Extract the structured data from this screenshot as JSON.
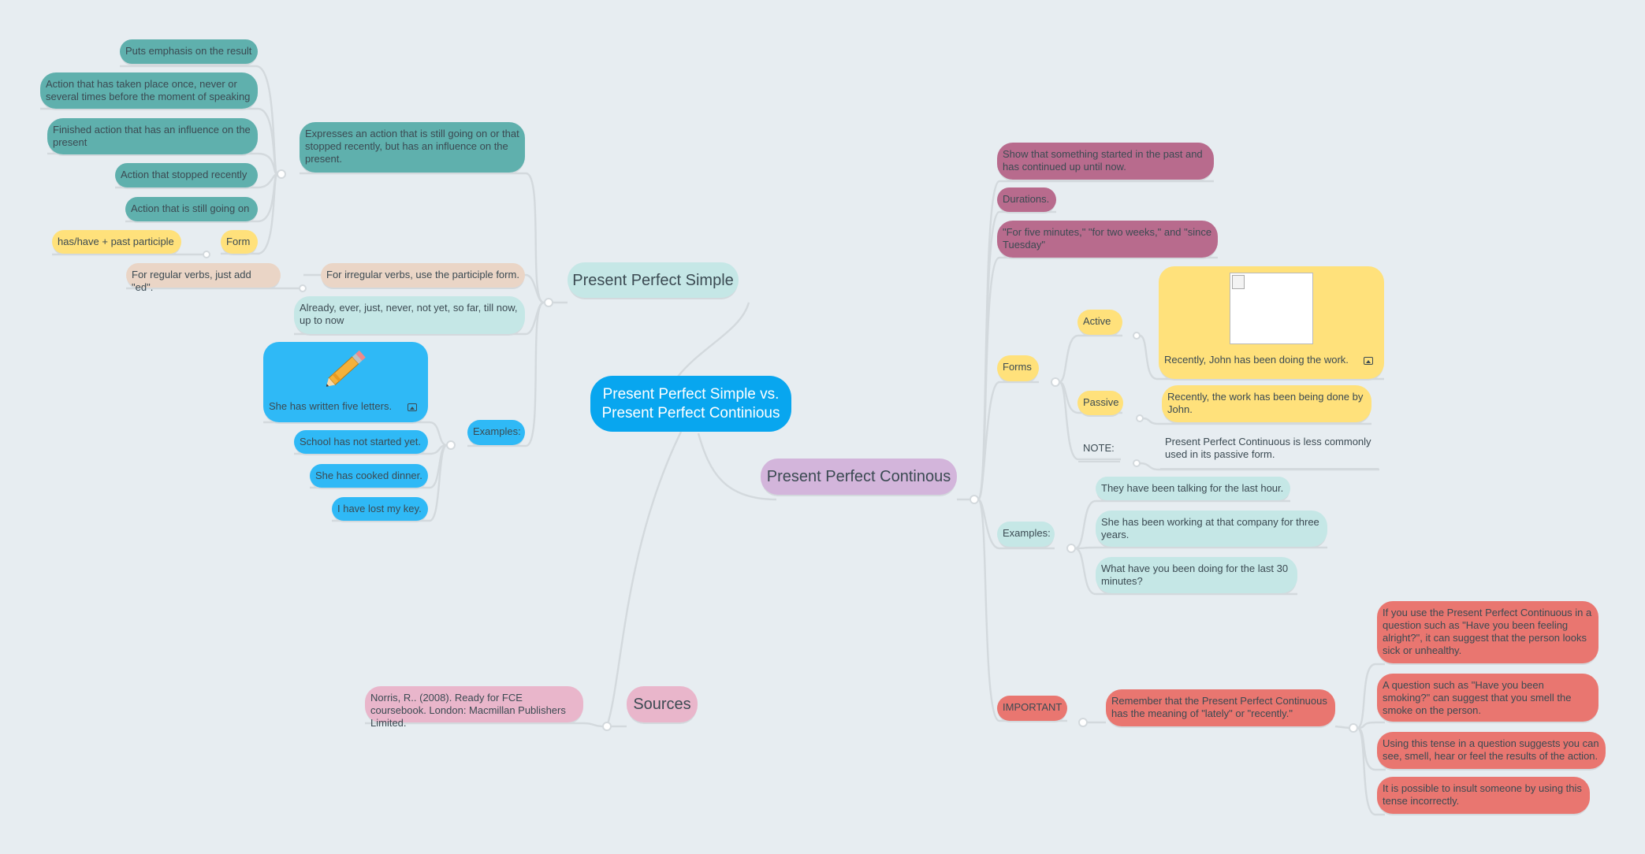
{
  "root": {
    "title": "Present Perfect Simple vs. Present Perfect Continious"
  },
  "branches": {
    "pps": {
      "title": "Present Perfect Simple",
      "expresses": "Expresses an action that is still going on or that stopped recently, but has an influence on the present.",
      "uses": [
        "Puts emphasis on the result",
        "Action that has taken place once, never or several times before the moment of speaking",
        "Finished action that has an influence on the present",
        "Action that stopped recently",
        "Action that is still going on"
      ],
      "form_label": "Form",
      "form_value": "has/have + past participle",
      "irregular": "For irregular verbs, use the participle form.",
      "regular": "For regular verbs, just add \"ed\".",
      "signal_words": "Already, ever, just, never, not yet, so far, till now, up to now",
      "examples_label": "Examples:",
      "examples": [
        "She has written five letters.",
        "School has not started yet.",
        "She has cooked dinner.",
        "I have lost my key."
      ]
    },
    "ppc": {
      "title": "Present Perfect Continous",
      "uses": [
        "Show that something started in the past and has continued up until now.",
        "Durations.",
        "\"For five minutes,\" \"for two weeks,\" and \"since Tuesday\""
      ],
      "forms_label": "Forms",
      "active_label": "Active",
      "active_example": "Recently, John has been doing the work.",
      "passive_label": "Passive",
      "passive_example": "Recently, the work has been being done by John.",
      "note_label": "NOTE:",
      "note_text": "Present Perfect Continuous is less commonly used in its passive form.",
      "examples_label": "Examples:",
      "examples": [
        "They have been talking for the last hour.",
        "She has been working at that company for three years.",
        "What have you been doing for the last 30 minutes?"
      ],
      "important_label": "IMPORTANT",
      "important_text": "Remember that the Present Perfect Continuous has the meaning of \"lately\" or \"recently.\"",
      "important_points": [
        "If you use the Present Perfect Continuous in a question such as \"Have you been feeling alright?\", it can suggest that the person looks sick or unhealthy.",
        "A question such as \"Have you been smoking?\" can suggest that you smell the smoke on the person.",
        "Using this tense in a question suggests you can see, smell, hear or feel the results of the action.",
        "It is possible to insult someone by using this tense incorrectly."
      ]
    },
    "sources": {
      "title": "Sources",
      "citation": "Norris, R.. (2008). Ready for FCE coursebook. London: Macmillan Publishers Limited."
    }
  },
  "colors": {
    "background": "#e7edf1",
    "root": "#08a6ef",
    "teal": "#5fb0ad",
    "teal_light": "#c5e7e6",
    "yellow": "#ffe17b",
    "beige": "#ead5c6",
    "blue": "#2fb9f6",
    "plum": "#b86b8d",
    "coral": "#e97670",
    "lavender": "#d3b5db",
    "pink": "#e9b6cb",
    "connector": "#d3d9dd"
  },
  "icons": [
    "pencil-icon",
    "image-icon",
    "broken-image-icon"
  ]
}
